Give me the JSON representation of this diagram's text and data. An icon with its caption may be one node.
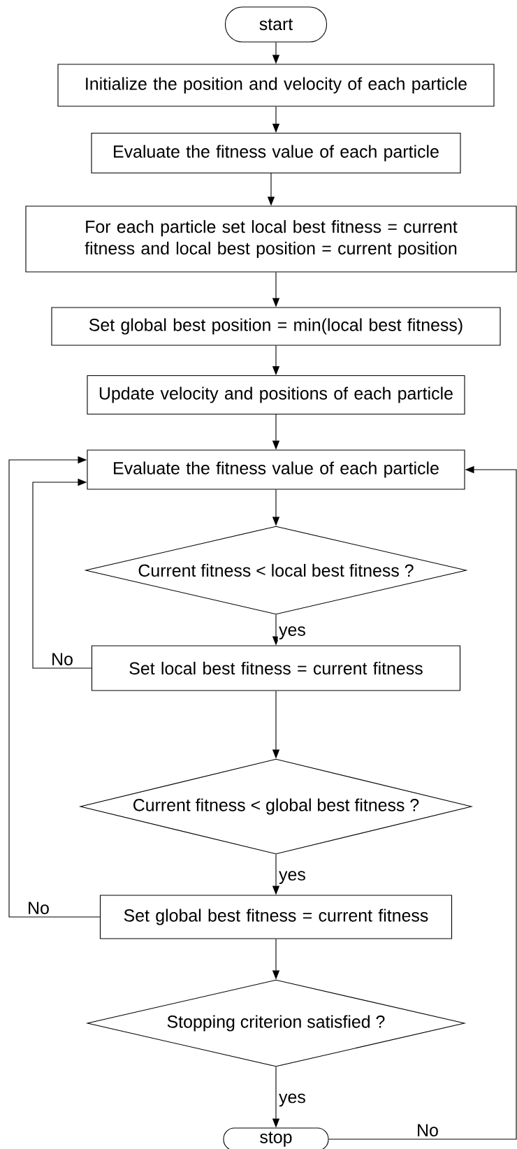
{
  "diagram": {
    "nodes": [
      {
        "text": [
          "start"
        ]
      },
      {
        "text": [
          "Initialize the position and velocity of each particle"
        ]
      },
      {
        "text": [
          "Evaluate the fitness value of each particle"
        ]
      },
      {
        "text": [
          "For each particle set local best fitness = current fitness and local best position = current position"
        ]
      },
      {
        "text": [
          "Set global best position = min(local best fitness)"
        ]
      },
      {
        "text": [
          "Update velocity and positions of each particle"
        ]
      },
      {
        "text": [
          "Evaluate the fitness value of each particle"
        ]
      },
      {
        "text": [
          "Current fitness < local best fitness ?"
        ]
      },
      {
        "text": [
          "Set local best fitness = current fitness"
        ]
      },
      {
        "text": [
          "Current fitness < global best fitness ?"
        ]
      },
      {
        "text": [
          "Set global best fitness = current fitness"
        ]
      },
      {
        "text": [
          "Stopping criterion satisfied ?"
        ]
      },
      {
        "text": [
          "stop"
        ]
      }
    ],
    "edges": [
      {
        "from": 0,
        "to": 1,
        "arrow": "to"
      },
      {
        "from": 1,
        "to": 2,
        "arrow": "to"
      },
      {
        "from": 2,
        "to": 3,
        "arrow": "to"
      },
      {
        "from": 3,
        "to": 4,
        "arrow": "to"
      },
      {
        "from": 4,
        "to": 5,
        "arrow": "to"
      },
      {
        "from": 5,
        "to": 6,
        "arrow": "to"
      },
      {
        "from": 6,
        "to": 7,
        "arrow": "to"
      },
      {
        "from": 7,
        "to": 8,
        "arrow": "to",
        "label": "yes"
      },
      {
        "from": 8,
        "to": 9,
        "arrow": "to"
      },
      {
        "from": 9,
        "to": 10,
        "arrow": "to",
        "label": "yes"
      },
      {
        "from": 10,
        "to": 11,
        "arrow": "to"
      },
      {
        "from": 11,
        "to": 12,
        "arrow": "to",
        "label": "yes"
      },
      {
        "from": 8,
        "to": 6,
        "arrow": "to",
        "label": "No"
      },
      {
        "from": 10,
        "to": 6,
        "arrow": "to",
        "label": "No"
      },
      {
        "from": 12,
        "to": 6,
        "arrow": "to",
        "label": "No"
      }
    ]
  }
}
